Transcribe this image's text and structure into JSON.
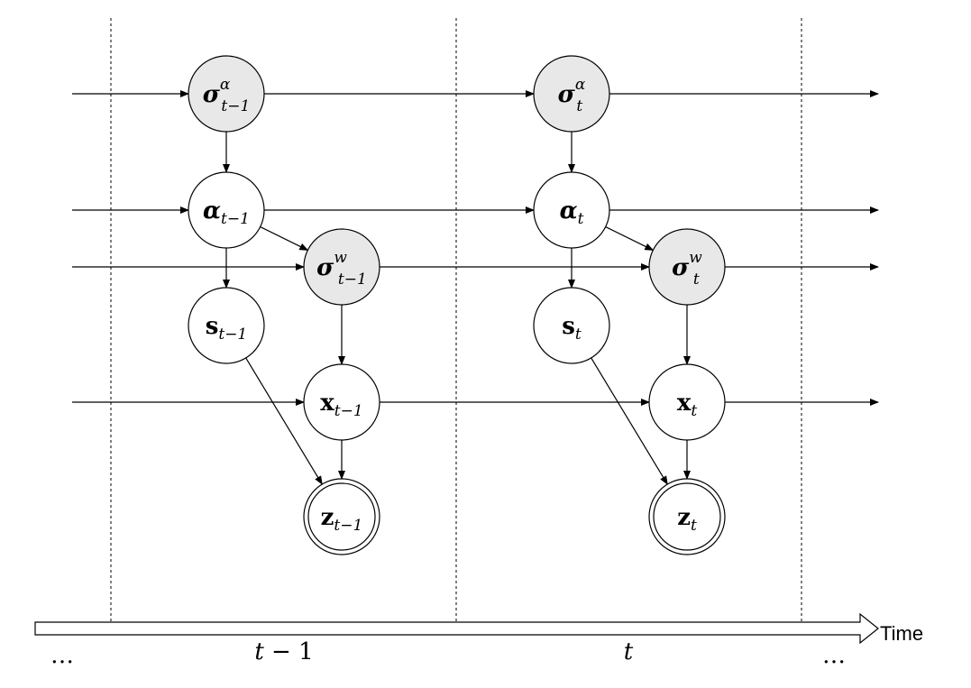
{
  "time_axis": {
    "label": "Time",
    "ellipsis_left": "…",
    "ellipsis_right": "…",
    "slices": [
      {
        "label_parts": [
          {
            "text": "t",
            "style": "ital"
          },
          {
            "text": " − 1",
            "style": ""
          }
        ]
      },
      {
        "label_parts": [
          {
            "text": "t",
            "style": "ital"
          }
        ]
      }
    ]
  },
  "nodes": [
    {
      "id": "sigma_alpha_prev",
      "base": "σ",
      "base_style": "bold-ital",
      "sup": "α",
      "sub": "t−1",
      "fill": "#e8e8e8",
      "observed": false
    },
    {
      "id": "alpha_prev",
      "base": "α",
      "base_style": "bold-ital",
      "sup": "",
      "sub": "t−1",
      "fill": "#ffffff",
      "observed": false
    },
    {
      "id": "sigma_w_prev",
      "base": "σ",
      "base_style": "bold-ital",
      "sup": "w",
      "sub": "t−1",
      "fill": "#e8e8e8",
      "observed": false
    },
    {
      "id": "s_prev",
      "base": "s",
      "base_style": "bold",
      "sup": "",
      "sub": "t−1",
      "fill": "#ffffff",
      "observed": false
    },
    {
      "id": "x_prev",
      "base": "x",
      "base_style": "bold",
      "sup": "",
      "sub": "t−1",
      "fill": "#ffffff",
      "observed": false
    },
    {
      "id": "z_prev",
      "base": "z",
      "base_style": "bold",
      "sup": "",
      "sub": "t−1",
      "fill": "#ffffff",
      "observed": true
    },
    {
      "id": "sigma_alpha_t",
      "base": "σ",
      "base_style": "bold-ital",
      "sup": "α",
      "sub": "t",
      "fill": "#e8e8e8",
      "observed": false
    },
    {
      "id": "alpha_t",
      "base": "α",
      "base_style": "bold-ital",
      "sup": "",
      "sub": "t",
      "fill": "#ffffff",
      "observed": false
    },
    {
      "id": "sigma_w_t",
      "base": "σ",
      "base_style": "bold-ital",
      "sup": "w",
      "sub": "t",
      "fill": "#e8e8e8",
      "observed": false
    },
    {
      "id": "s_t",
      "base": "s",
      "base_style": "bold",
      "sup": "",
      "sub": "t",
      "fill": "#ffffff",
      "observed": false
    },
    {
      "id": "x_t",
      "base": "x",
      "base_style": "bold",
      "sup": "",
      "sub": "t",
      "fill": "#ffffff",
      "observed": false
    },
    {
      "id": "z_t",
      "base": "z",
      "base_style": "bold",
      "sup": "",
      "sub": "t",
      "fill": "#ffffff",
      "observed": true
    }
  ],
  "edges": [
    {
      "from": "",
      "to": "sigma_alpha_prev"
    },
    {
      "from": "sigma_alpha_prev",
      "to": "sigma_alpha_t"
    },
    {
      "from": "sigma_alpha_t",
      "to": ""
    },
    {
      "from": "",
      "to": "alpha_prev"
    },
    {
      "from": "alpha_prev",
      "to": "alpha_t"
    },
    {
      "from": "alpha_t",
      "to": ""
    },
    {
      "from": "",
      "to": "sigma_w_prev"
    },
    {
      "from": "sigma_w_prev",
      "to": "sigma_w_t"
    },
    {
      "from": "sigma_w_t",
      "to": ""
    },
    {
      "from": "",
      "to": "x_prev"
    },
    {
      "from": "x_prev",
      "to": "x_t"
    },
    {
      "from": "x_t",
      "to": ""
    },
    {
      "from": "sigma_alpha_prev",
      "to": "alpha_prev"
    },
    {
      "from": "alpha_prev",
      "to": "s_prev"
    },
    {
      "from": "alpha_prev",
      "to": "sigma_w_prev"
    },
    {
      "from": "sigma_w_prev",
      "to": "x_prev"
    },
    {
      "from": "x_prev",
      "to": "z_prev"
    },
    {
      "from": "s_prev",
      "to": "z_prev"
    },
    {
      "from": "sigma_alpha_t",
      "to": "alpha_t"
    },
    {
      "from": "alpha_t",
      "to": "s_t"
    },
    {
      "from": "alpha_t",
      "to": "sigma_w_t"
    },
    {
      "from": "sigma_w_t",
      "to": "x_t"
    },
    {
      "from": "x_t",
      "to": "z_t"
    },
    {
      "from": "s_t",
      "to": "z_t"
    }
  ]
}
